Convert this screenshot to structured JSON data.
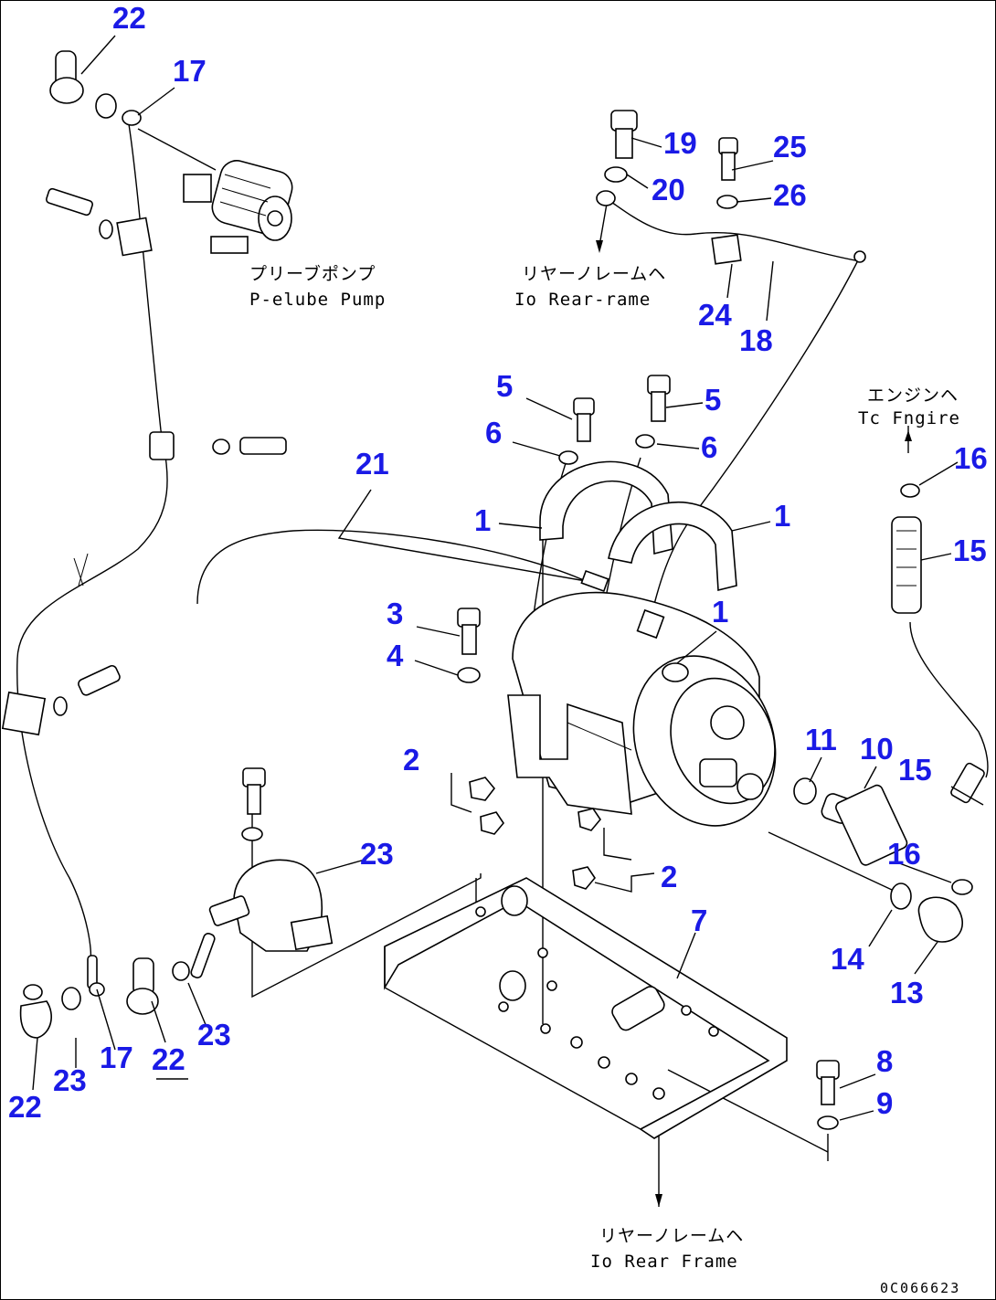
{
  "diagram": {
    "callouts": [
      "22",
      "17",
      "19",
      "20",
      "25",
      "26",
      "24",
      "18",
      "5",
      "6",
      "5",
      "6",
      "21",
      "1",
      "1",
      "1",
      "3",
      "4",
      "2",
      "11",
      "10",
      "15",
      "16",
      "15",
      "16",
      "2",
      "23",
      "7",
      "14",
      "13",
      "8",
      "9",
      "22",
      "23",
      "17",
      "22",
      "23",
      "22"
    ],
    "captions": {
      "prelube_jp": "プリーブポンプ",
      "prelube_en": "P-elube Pump",
      "rear_frame_top_jp": "リヤーノレームヘ",
      "rear_frame_top_en": "Io Rear-rame",
      "engine_jp": "エンジンヘ",
      "engine_en": "Tc Fngire",
      "rear_frame_bottom_jp": "リヤーノレームヘ",
      "rear_frame_bottom_en": "Io Rear Frame"
    },
    "drawing_code": "0C066623",
    "colors": {
      "callout": "#1a1ae6",
      "line": "#000000",
      "background": "#ffffff"
    }
  }
}
